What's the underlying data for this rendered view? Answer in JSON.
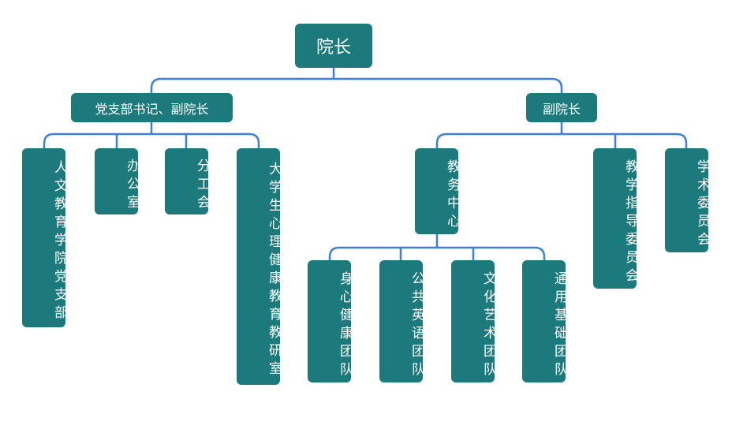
{
  "colors": {
    "node": "#1d7a7c",
    "text": "#ffffff",
    "connector": "#3b7fe0",
    "background": "#ffffff"
  },
  "org": {
    "root": "院长",
    "left_vice": "党支部书记、副院长",
    "right_vice": "副院长",
    "left_units": [
      "人文教育学院党支部",
      "办公室",
      "分工会",
      "大学生心理健康教育教研室"
    ],
    "right_units": [
      "教务中心",
      "教学指导委员会",
      "学术委员会"
    ],
    "teaching_center_teams": [
      "身心健康团队",
      "公共英语团队",
      "文化艺术团队",
      "通用基础团队"
    ]
  }
}
